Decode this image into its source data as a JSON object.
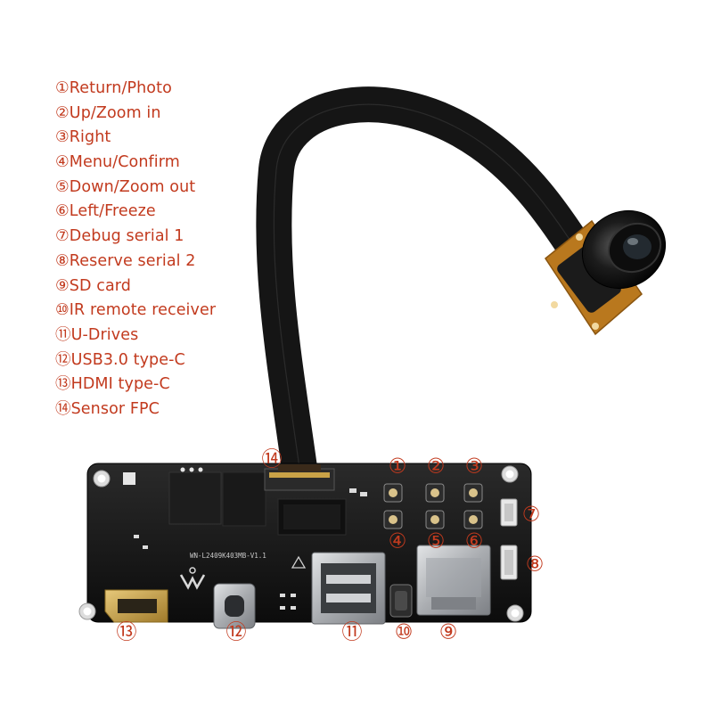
{
  "legend": [
    "①Return/Photo",
    "②Up/Zoom in",
    "③Right",
    "④Menu/Confirm",
    "⑤Down/Zoom out",
    "⑥Left/Freeze",
    "⑦Debug serial 1",
    "⑧Reserve serial 2",
    "⑨SD card",
    "⑩IR remote receiver",
    "⑪U-Drives",
    "⑫USB3.0 type-C",
    "⑬HDMI type-C",
    "⑭Sensor FPC"
  ],
  "callouts": {
    "c1": "①",
    "c2": "②",
    "c3": "③",
    "c4": "④",
    "c5": "⑤",
    "c6": "⑥",
    "c7": "⑦",
    "c8": "⑧",
    "c9": "⑨",
    "c10": "⑩",
    "c11": "⑪",
    "c12": "⑫",
    "c13": "⑬",
    "c14": "⑭"
  },
  "board_silkscreen": "WN-L2409K403MB-V1.1",
  "colors": {
    "annotation": "#c23a1e",
    "board": "#121212",
    "cable": "#161616",
    "sensor_pcb": "#b9781e",
    "hdmi_gold": "#c9a247",
    "metal": "#b9bcc0"
  }
}
